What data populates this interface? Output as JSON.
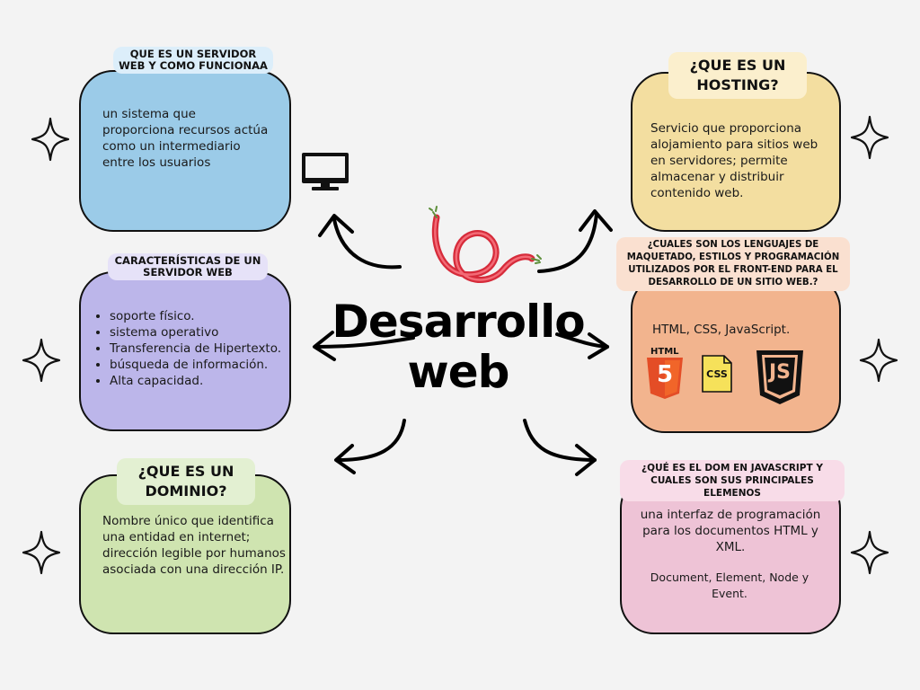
{
  "center_title": {
    "line1": "Desarrollo",
    "line2": "web"
  },
  "cards": {
    "servidor": {
      "title": "QUE ES UN SERVIDOR WEB Y COMO FUNCIONAA",
      "body": "un sistema que proporciona recursos actúa como un intermediario entre los usuarios",
      "color": "#9bcbe8"
    },
    "caracteristicas": {
      "title": "CARACTERÍSTICAS DE UN SERVIDOR WEB",
      "items": [
        "soporte físico.",
        " sistema operativo",
        "Transferencia de Hipertexto.",
        "búsqueda de información.",
        "Alta capacidad."
      ],
      "color": "#bcb6ea"
    },
    "dominio": {
      "title": "¿QUE ES UN DOMINIO?",
      "body": "Nombre único que identifica una entidad en internet; dirección legible por humanos asociada con una dirección IP.",
      "color": "#cfe4b0"
    },
    "hosting": {
      "title": "¿QUE ES UN HOSTING?",
      "body": "Servicio que proporciona alojamiento para sitios web en servidores; permite almacenar y distribuir contenido web.",
      "color": "#f3dea0"
    },
    "lenguajes": {
      "title": "¿CUALES SON LOS LENGUAJES DE MAQUETADO, ESTILOS Y PROGRAMACIÓN UTILIZADOS POR EL FRONT-END PARA EL DESARROLLO DE UN SITIO WEB.?",
      "body": "HTML, CSS, JavaScript.",
      "html_label": "HTML",
      "html_num": "5",
      "css_label": "CSS",
      "js_label": "JS",
      "color": "#f2b48e"
    },
    "dom": {
      "title": "¿QUÉ ES EL DOM EN JAVASCRIPT Y CUALES SON SUS PRINCIPALES ELEMENOS",
      "body": "una interfaz de programación para los documentos HTML y XML.",
      "body2": "Document, Element, Node y Event.",
      "color": "#eec3d6"
    }
  },
  "colors": {
    "tag_blue": "#dceefa",
    "tag_purple": "#e6e2f8",
    "tag_green": "#e3f0d2",
    "tag_yellow": "#fbefcd",
    "tag_orange": "#fae0d0",
    "tag_pink": "#f8dce8"
  },
  "icons": [
    "monitor-icon",
    "cable-icon",
    "sparkle-icon",
    "html5-icon",
    "css-file-icon",
    "js-shield-icon"
  ]
}
